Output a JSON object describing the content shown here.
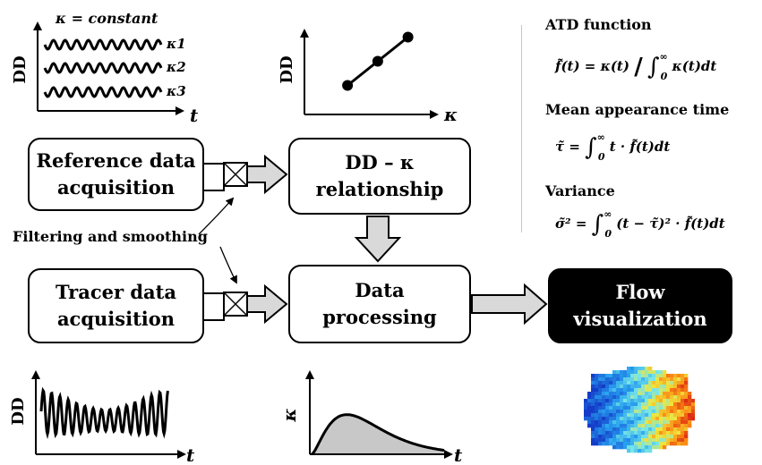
{
  "kappa_const_title": "κ = constant",
  "axes": {
    "dd": "DD",
    "t": "t",
    "kappa": "κ"
  },
  "kappa_levels": [
    "κ1",
    "κ2",
    "κ3"
  ],
  "linear_points": [
    [
      0.25,
      0.25
    ],
    [
      0.55,
      0.55
    ],
    [
      0.85,
      0.85
    ]
  ],
  "boxes": {
    "reference": [
      "Reference data",
      "acquisition"
    ],
    "relationship": [
      "DD – κ",
      "relationship"
    ],
    "tracer": [
      "Tracer data",
      "acquisition"
    ],
    "processing": [
      "Data",
      "processing"
    ],
    "flow": [
      "Flow",
      "visualization"
    ]
  },
  "filter_label": "Filtering and smoothing",
  "equations": {
    "atd_head": "ATD function",
    "atd": {
      "lhs": "f̃(t) = κ(t)",
      "sep": "/",
      "upper": "∞",
      "lower": "0",
      "rhs": "κ(t)dt"
    },
    "mean_head": "Mean appearance time",
    "mean": {
      "lhs": "τ̃ =",
      "upper": "∞",
      "lower": "0",
      "rhs": "t · f̃(t)dt"
    },
    "var_head": "Variance",
    "var": {
      "lhs": "σ̃² =",
      "upper": "∞",
      "lower": "0",
      "rhs": "(t − τ̃)² · f̃(t)dt"
    }
  },
  "colors": {
    "arrow_fill": "#d9d9d9",
    "curve_fill": "#c8c8c8",
    "box_dark": "#000000"
  }
}
